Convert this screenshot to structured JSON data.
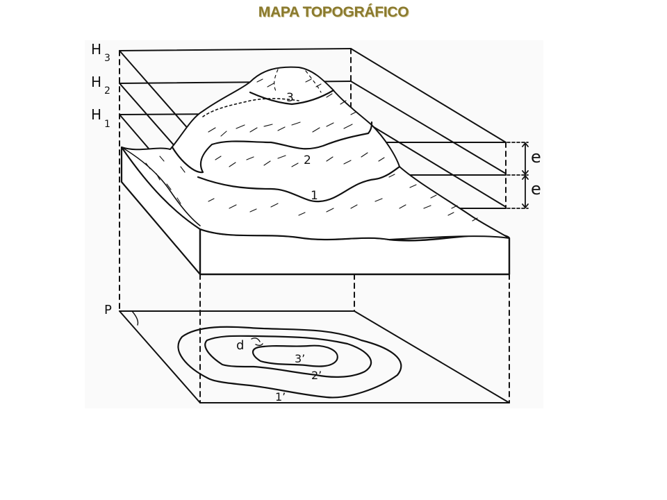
{
  "title": "MAPA TOPOGRÁFICO",
  "colors": {
    "title": "#8a7a2e",
    "title_shadow": "#cfc38f",
    "ink": "#111111",
    "background": "#ffffff"
  },
  "plane_labels": {
    "h3": "H",
    "h3_sub": "3",
    "h2": "H",
    "h2_sub": "2",
    "h1": "H",
    "h1_sub": "1",
    "projection": "P"
  },
  "contour_labels": {
    "c1": "1",
    "c2": "2",
    "c3": "3"
  },
  "map_labels": {
    "c1": "1’",
    "c2": "2’",
    "c3": "3’",
    "d": "d"
  },
  "interval_labels": {
    "upper": "e",
    "lower": "e"
  }
}
